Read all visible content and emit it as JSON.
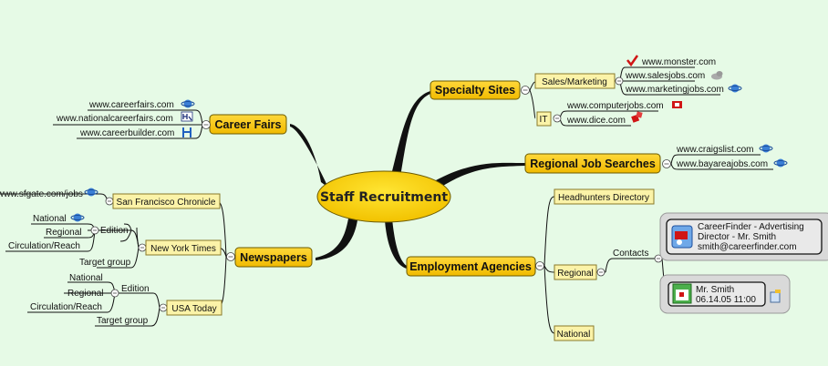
{
  "central": "Staff Recruitment",
  "main_topics": {
    "specialty": "Specialty Sites",
    "regional_searches": "Regional Job Searches",
    "agencies": "Employment Agencies",
    "newspapers": "Newspapers",
    "career_fairs": "Career Fairs"
  },
  "specialty": {
    "sales": "Sales/Marketing",
    "sales_sites": [
      "www.monster.com",
      "www.salesjobs.com",
      "www.marketingjobs.com"
    ],
    "it": "IT",
    "it_sites": [
      "www.computerjobs.com",
      "www.dice.com"
    ]
  },
  "regional_searches": [
    "www.craigslist.com",
    "www.bayareajobs.com"
  ],
  "agencies": {
    "headhunters": "Headhunters Directory",
    "regional": "Regional",
    "contacts": "Contacts",
    "contact_card": [
      "CareerFinder - Advertising",
      "Director - Mr. Smith",
      "smith@careerfinder.com"
    ],
    "appointment": [
      "Mr. Smith",
      "06.14.05 11:00"
    ],
    "national": "National"
  },
  "career_fairs": [
    "www.careerfairs.com",
    "www.nationalcareerfairs.com",
    "www.careerbuilder.com"
  ],
  "newspapers": {
    "sf": "San Francisco Chronicle",
    "sf_site": "www.sfgate.com/jobs",
    "nyt": "New York Times",
    "usa": "USA Today",
    "edition": "Edition",
    "edition_items": [
      "National",
      "Regional",
      "Circulation/Reach"
    ],
    "target": "Target group"
  },
  "colors": {
    "topic": "#f5c400",
    "subtopic": "#fbf3a8",
    "background": "#e6fae6",
    "line": "#111111",
    "card": "#d9d9d9"
  }
}
